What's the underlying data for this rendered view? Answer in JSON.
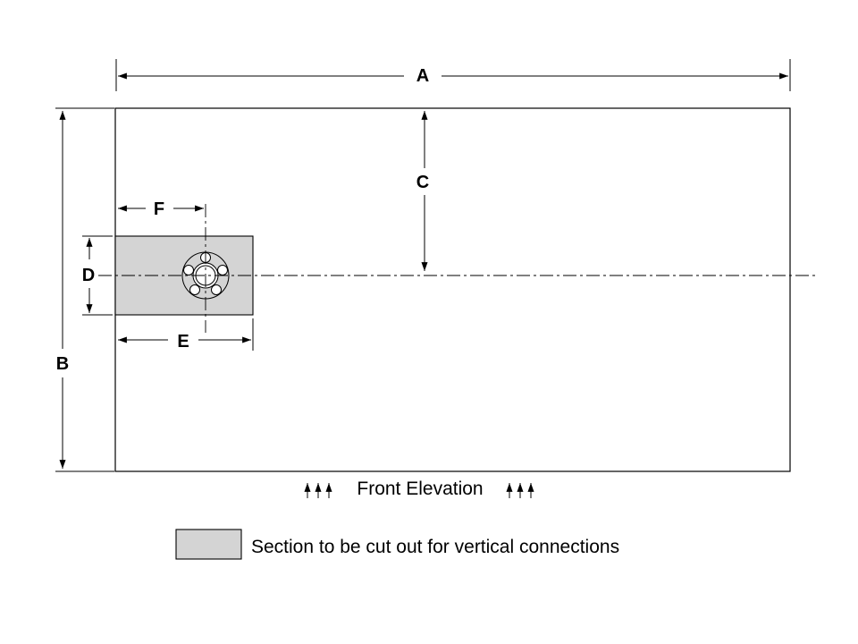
{
  "drawing": {
    "dim_labels": {
      "a": "A",
      "b": "B",
      "c": "C",
      "d": "D",
      "e": "E",
      "f": "F"
    },
    "caption": "Front Elevation",
    "legend_text": "Section  to be cut out for vertical connections"
  },
  "icons": {
    "up_arrow": "up-arrow-icon",
    "dimension_arrow": "dimension-arrow-icon"
  },
  "colors": {
    "background": "#ffffff",
    "line": "#000000",
    "cutout_fill": "#d4d4d4"
  }
}
